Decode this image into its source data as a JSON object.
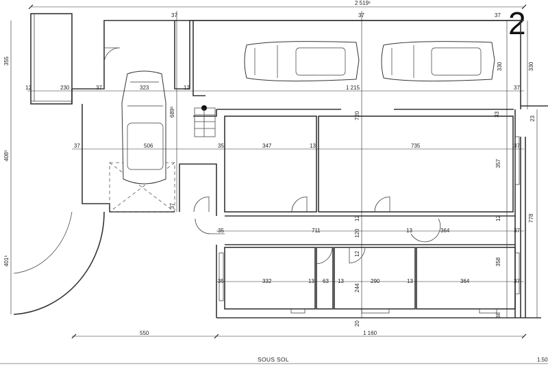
{
  "sheet": {
    "number": "2",
    "title": "SOUS SOL",
    "scale_note": "1.50"
  },
  "dimensions": {
    "overall_top": "2 519⁵",
    "top_37_a": "37",
    "top_37_b": "37",
    "top_37_c": "37",
    "h_355": "355",
    "r_12_a": "12",
    "d_230": "230",
    "d_37_a": "37",
    "d_323": "323",
    "d_12_b": "12",
    "d_1215": "1 215",
    "d_37_r1": "37",
    "d_330_a": "330",
    "d_330_b": "330",
    "d_689": "689⁵",
    "d_720": "720",
    "d_33": "33",
    "d_23": "23",
    "d_37_l2": "37",
    "d_506": "506",
    "d_35_a": "35",
    "d_347": "347",
    "d_13_a": "13",
    "d_735": "735",
    "d_37_r2": "37",
    "d_408": "408⁵",
    "d_357": "357",
    "d_37_v": "37",
    "d_12_c": "12",
    "d_12_d": "12",
    "d_778": "778",
    "d_35_b": "35",
    "d_711": "711",
    "d_120": "120",
    "d_13_b": "13",
    "d_364": "364",
    "d_37_r3": "37",
    "d_12_e": "12",
    "d_401": "401⁵",
    "d_358": "358",
    "d_35_c": "35",
    "d_332": "332",
    "d_13_c": "13",
    "d_63": "63",
    "d_13_d": "13",
    "d_290": "290",
    "d_13_e": "13",
    "d_364_b": "364",
    "d_37_r4": "37",
    "d_244": "244",
    "d_38": "38",
    "d_20": "20",
    "d_550": "550",
    "d_1160": "1 160"
  }
}
